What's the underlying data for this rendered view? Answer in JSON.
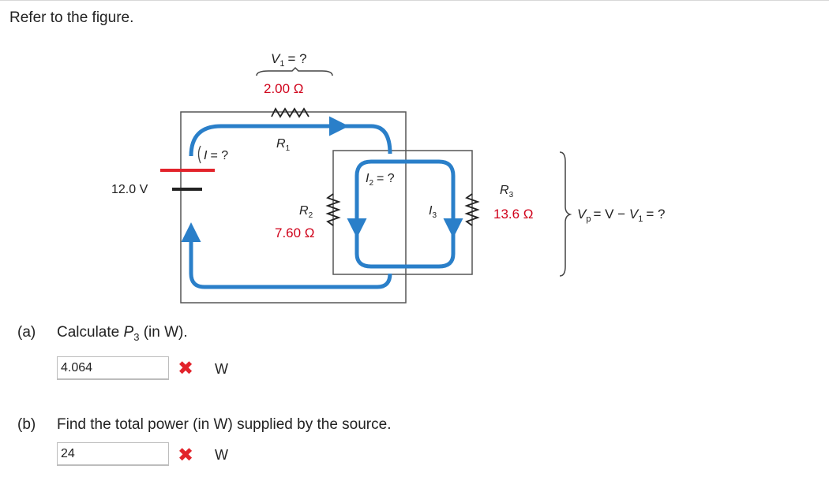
{
  "intro": "Refer to the figure.",
  "figure": {
    "r1": {
      "symbol": "R",
      "sub": "1",
      "value": "2.00 Ω"
    },
    "r2": {
      "symbol": "R",
      "sub": "2",
      "value": "7.60 Ω"
    },
    "r3": {
      "symbol": "R",
      "sub": "3",
      "value": "13.6 Ω"
    },
    "v1": {
      "symbol": "V",
      "sub": "1",
      "rest": "= ?"
    },
    "i": {
      "symbol": "I",
      "rest": "= ?"
    },
    "i2": {
      "symbol": "I",
      "sub": "2",
      "rest": "= ?"
    },
    "i3": {
      "symbol": "I",
      "sub": "3"
    },
    "source": "12.0 V",
    "vp": {
      "symbol": "V",
      "sub": "p",
      "mid": "= V − ",
      "v": "V",
      "vsub": "1",
      "rest": "= ?"
    }
  },
  "colors": {
    "wire": "#2a7fc9",
    "value_text": "#d0021b",
    "wrong_mark": "#e2232b",
    "box": "#555555"
  },
  "question_a": {
    "label": "(a)",
    "text_before": "Calculate ",
    "symbol": "P",
    "sub": "3",
    "text_after": " (in W).",
    "answer": "4.064",
    "status_icon": "wrong-x-icon",
    "unit": "W"
  },
  "question_b": {
    "label": "(b)",
    "text": "Find the total power (in W) supplied by the source.",
    "answer": "24",
    "status_icon": "wrong-x-icon",
    "unit": "W"
  }
}
